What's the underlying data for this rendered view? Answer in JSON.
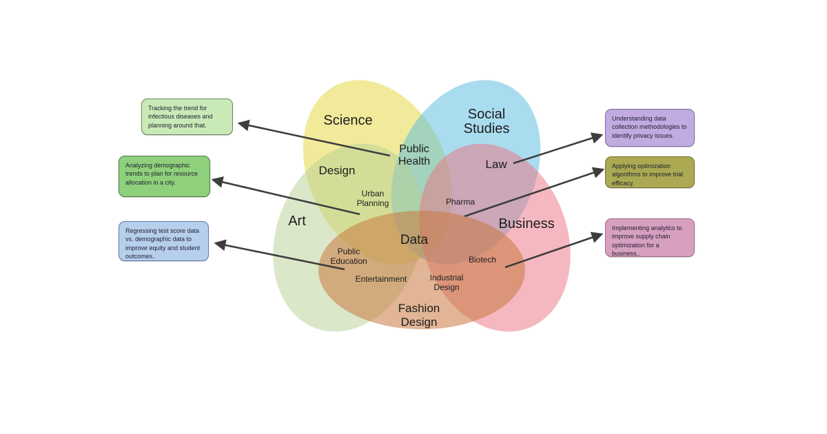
{
  "venn": {
    "sets": [
      {
        "id": "science",
        "label_lines": [
          "Science"
        ],
        "color": "#e3d535"
      },
      {
        "id": "social-studies",
        "label_lines": [
          "Social",
          "Studies"
        ],
        "color": "#55b9df"
      },
      {
        "id": "art",
        "label_lines": [
          "Art"
        ],
        "color": "#b7cf93"
      },
      {
        "id": "business",
        "label_lines": [
          "Business"
        ],
        "color": "#eb7181"
      },
      {
        "id": "fashion-design",
        "label_lines": [
          "Fashion",
          "Design"
        ],
        "color": "#c87840"
      }
    ],
    "intersections": {
      "design": {
        "lines": [
          "Design"
        ]
      },
      "public_health": {
        "lines": [
          "Public",
          "Health"
        ]
      },
      "law": {
        "lines": [
          "Law"
        ]
      },
      "urban_planning": {
        "lines": [
          "Urban",
          "Planning"
        ]
      },
      "pharma": {
        "lines": [
          "Pharma"
        ]
      },
      "data": {
        "lines": [
          "Data"
        ]
      },
      "public_education": {
        "lines": [
          "Public",
          "Education"
        ]
      },
      "biotech": {
        "lines": [
          "Biotech"
        ]
      },
      "entertainment": {
        "lines": [
          "Entertainment"
        ]
      },
      "industrial_design": {
        "lines": [
          "Industrial",
          "Design"
        ]
      }
    }
  },
  "annotations": {
    "left": [
      {
        "text": "Tracking the trend for infectious diseases and planning around that.",
        "fill": "#c9e9b7"
      },
      {
        "text": "Analyzing demographic trends to plan for resource allocation in a city.",
        "fill": "#8fd07c"
      },
      {
        "text": "Regressing test score data vs. demographic data to improve equity and student outcomes..",
        "fill": "#b6cfed"
      }
    ],
    "right": [
      {
        "text": "Understanding data collection methodologies to identify privacy issues.",
        "fill": "#c2abe0"
      },
      {
        "text": "Applying optimization algorithms to improve trial efficacy.",
        "fill": "#abaa52"
      },
      {
        "text": "Implementing analytics to improve supply chain optimization for a business..",
        "fill": "#d79fc0"
      }
    ]
  }
}
